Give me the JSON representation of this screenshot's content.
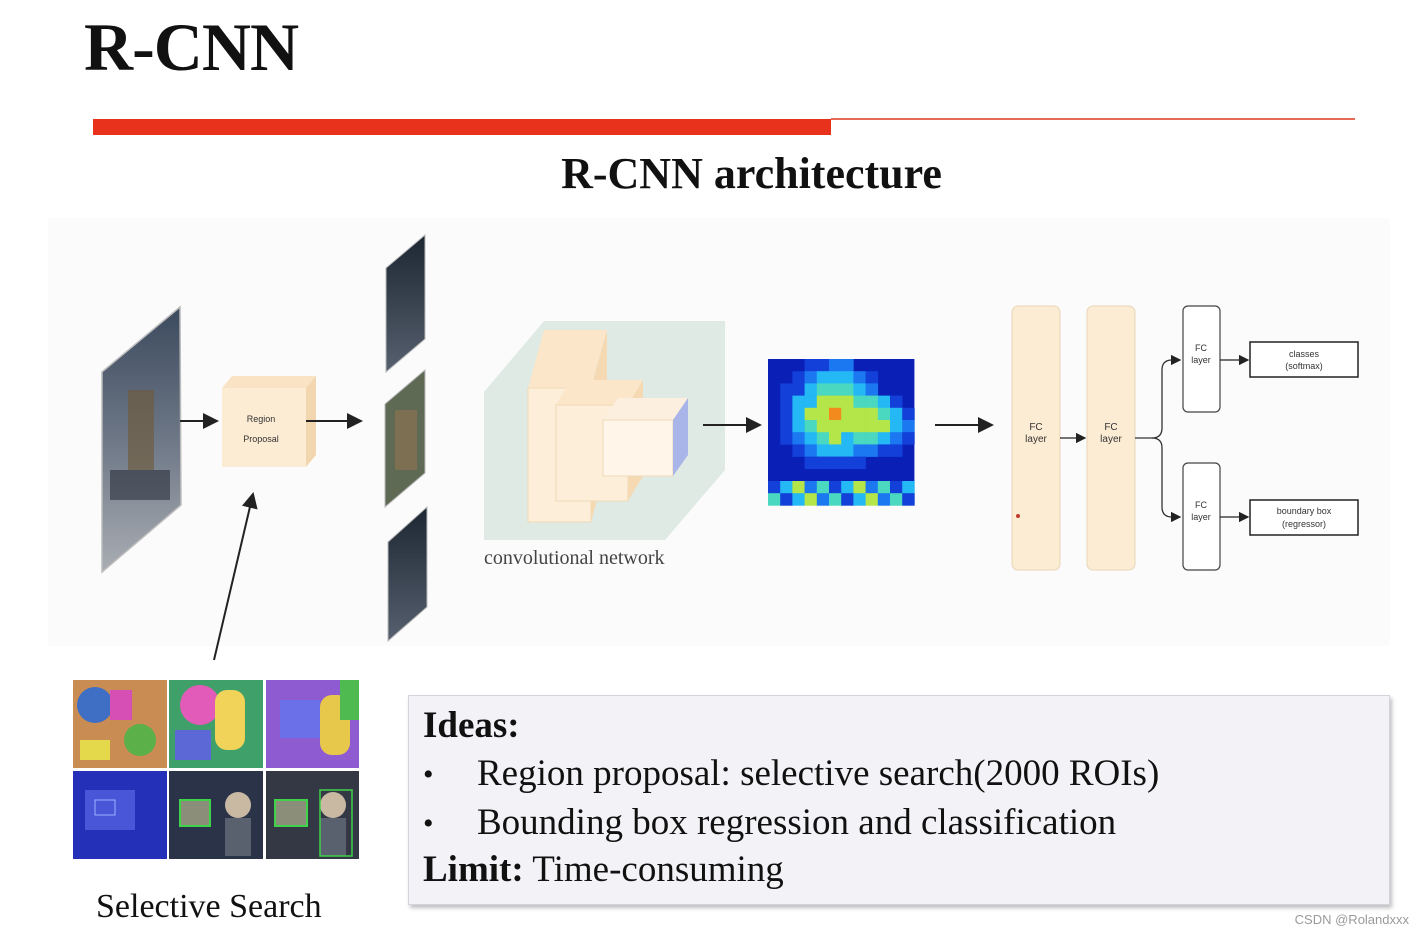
{
  "slide": {
    "title": "R-CNN",
    "accent_color": "#e8321c"
  },
  "diagram": {
    "title": "R-CNN architecture",
    "region_proposal_label_1": "Region",
    "region_proposal_label_2": "Proposal",
    "conv_label": "convolutional network",
    "fc_label_1": "FC",
    "fc_label_2": "layer",
    "classes_label_1": "classes",
    "classes_label_2": "(softmax)",
    "bbox_label_1": "boundary box",
    "bbox_label_2": "(regressor)",
    "selective_search_caption": "Selective Search"
  },
  "ideas": {
    "heading": "Ideas:",
    "bullet_1": "Region proposal: selective search(2000 ROIs)",
    "bullet_2": "Bounding box regression and classification",
    "limit_label": "Limit:",
    "limit_text": "Time-consuming",
    "bullet_glyph": "•"
  },
  "watermark": "CSDN @Rolandxxx"
}
